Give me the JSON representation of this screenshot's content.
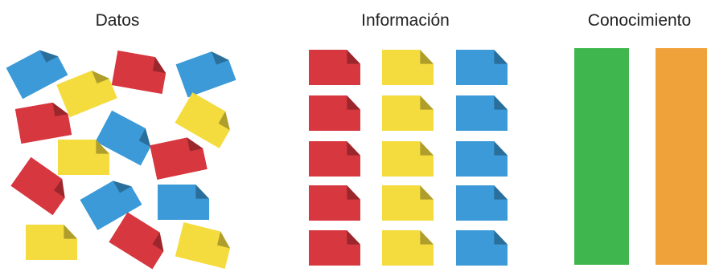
{
  "titles": {
    "datos": "Datos",
    "informacion": "Información",
    "conocimiento": "Conocimiento"
  },
  "colors": {
    "red": "#d7373f",
    "yellow": "#f4dc3e",
    "blue": "#3b9ad7",
    "green": "#3fb74e",
    "orange": "#f0a23a"
  }
}
